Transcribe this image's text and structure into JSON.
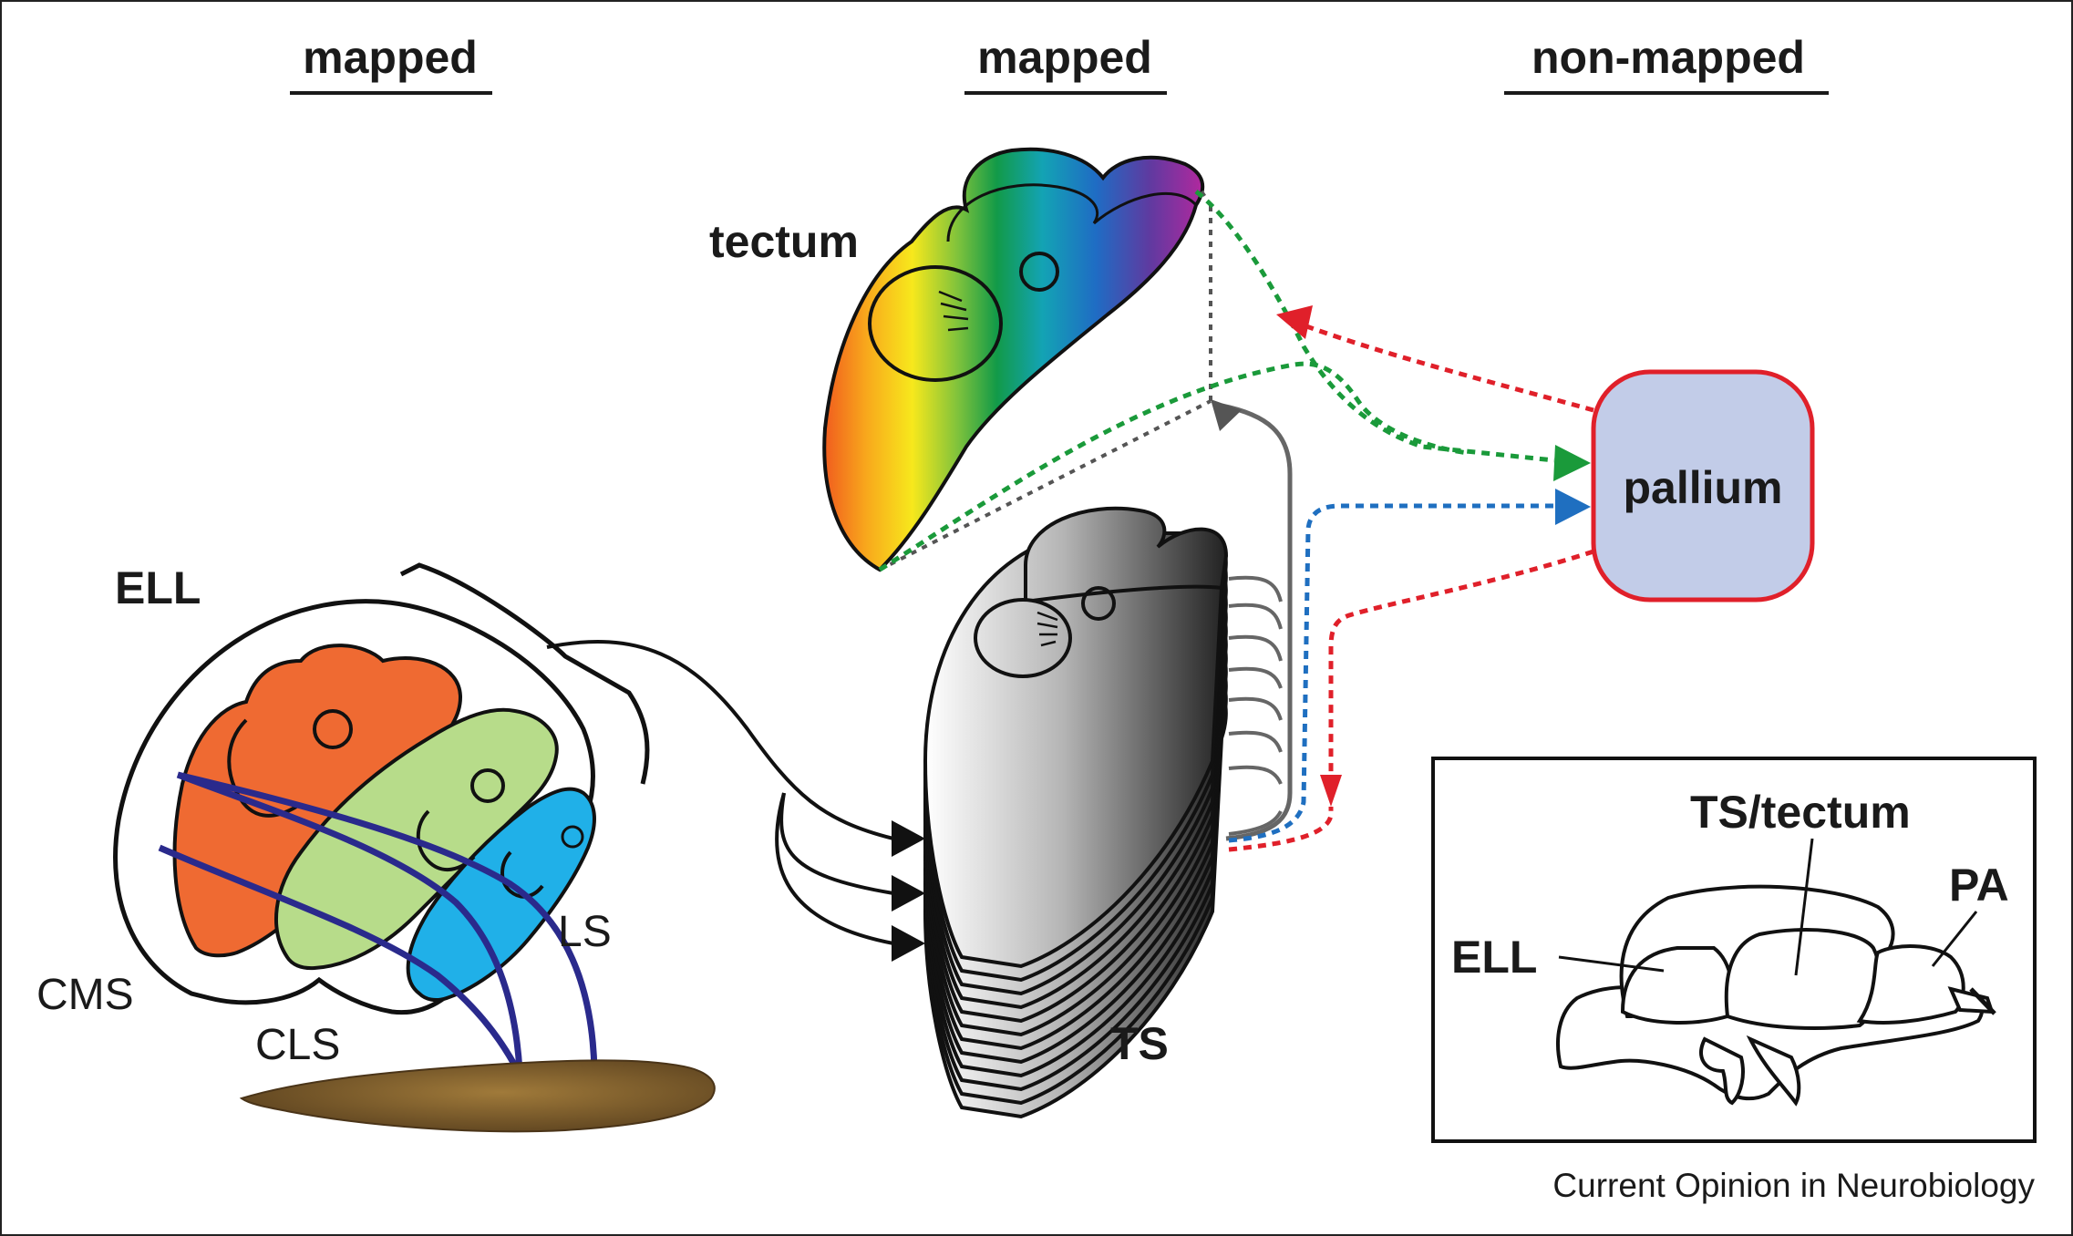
{
  "headers": {
    "left": "mapped",
    "center": "mapped",
    "right": "non-mapped"
  },
  "labels": {
    "tectum": "tectum",
    "ell": "ELL",
    "ts": "TS",
    "pallium": "pallium",
    "cms": "CMS",
    "cls": "CLS",
    "ls": "LS"
  },
  "inset": {
    "ts_tectum": "TS/tectum",
    "ell": "ELL",
    "pa": "PA"
  },
  "credit": "Current Opinion in Neurobiology",
  "colors": {
    "cms": "#ef6a32",
    "cls": "#b7dc8a",
    "ls": "#20b0e8",
    "nerve": "#2a2a8c",
    "pallium_fill": "#c2cce8",
    "pallium_border": "#e0202a",
    "arrow_red": "#e0202a",
    "arrow_green": "#1a9a3a",
    "arrow_blue": "#1f6fc0",
    "arrow_gray": "#555555"
  }
}
